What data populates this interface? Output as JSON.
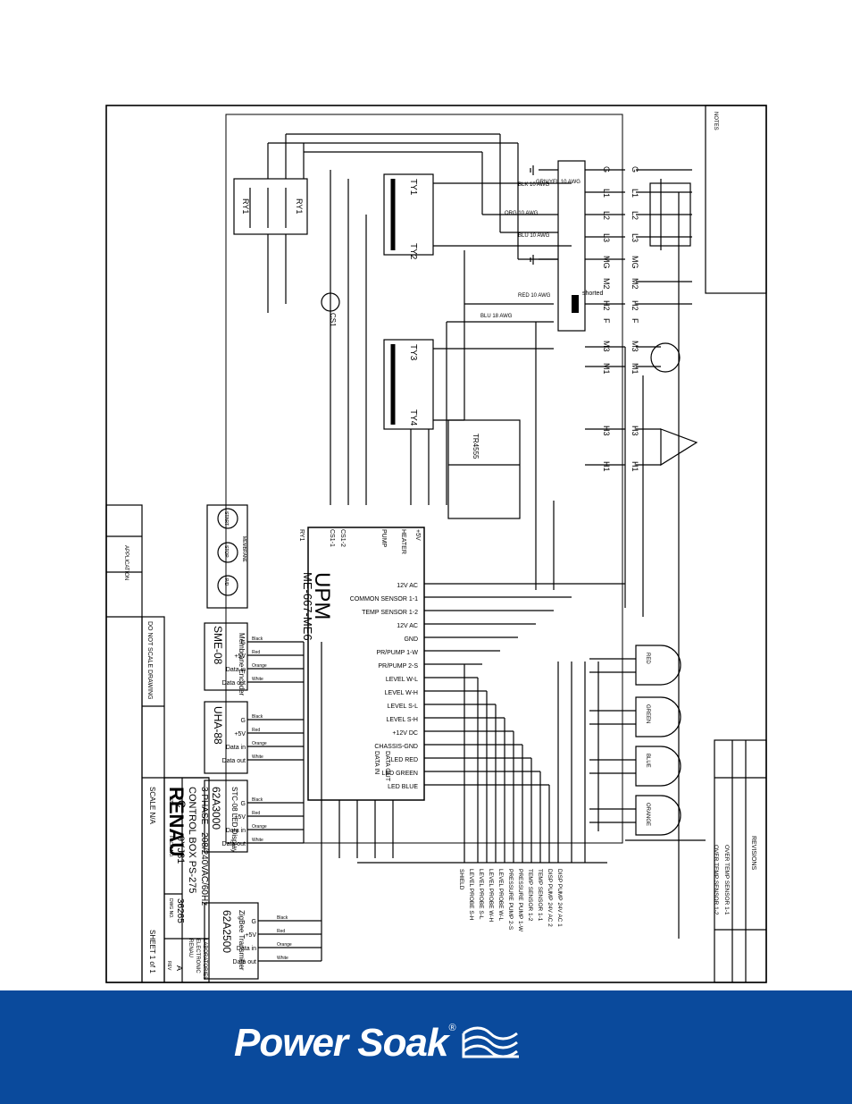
{
  "title_block": {
    "company": "RENAU",
    "company_sub": [
      "RENAU",
      "ELECTRONIC",
      "LABORATORIES"
    ],
    "drawing_title": "CONTROL BOX PS-275",
    "drawing_subtitle": "3 PHASE - 208/240VAC/60Hz",
    "size_label": "SIZE",
    "size": "C",
    "fscm_label": "FSCM NO.",
    "fscm": "9YJ31",
    "dwg_label": "DWG NO.",
    "dwg": "36265",
    "rev_label": "REV",
    "rev": "A",
    "scale": "SCALE N/A",
    "sheet": "SHEET 1 of 1",
    "do_not_scale": "DO NOT SCALE DRAWING",
    "application": "APPLICATION",
    "revisions": "REVISIONS"
  },
  "power_terminals": [
    "G",
    "L1",
    "L2",
    "L3",
    "MG",
    "M2",
    "H2",
    "F",
    "M3",
    "M1",
    "H3",
    "H1"
  ],
  "wire_labels": [
    "BLK 10 AWG",
    "BLU 10 AWG",
    "ORG 10 AWG",
    "GRN/YEL 10 AWG",
    "RED 10 AWG",
    "BLU 18 AWG",
    "shorted"
  ],
  "triacs": [
    "TY1",
    "TY2",
    "TY3",
    "TY4"
  ],
  "relay": "RY1",
  "current_sensor": "CS1",
  "transformer": "TR4555",
  "upm": {
    "name": "UPM",
    "model": "ME-667-ME6",
    "top_pins": [
      "RY1",
      "CS1-1",
      "CS1-2",
      "PUMP",
      "HEATER",
      "+5V"
    ],
    "side_pins": [
      "12V AC",
      "COMMON SENSOR 1-1",
      "TEMP SENSOR 1-2",
      "12V AC",
      "GND",
      "PR/PUMP 1-W",
      "PR/PUMP 2-S",
      "LEVEL W-L",
      "LEVEL W-H",
      "LEVEL S-L",
      "LEVEL S-H",
      "+12V DC",
      "CHASSIS-GND",
      "LED RED",
      "LED GREEN",
      "LED BLUE",
      "DATA IN",
      "DATA OUT"
    ]
  },
  "membrane": {
    "label": "MEMBRANE",
    "buttons": [
      "START",
      "STOP",
      "P/D"
    ]
  },
  "modules": [
    {
      "name": "SME-08",
      "sub": "Membrane Encoder",
      "pins": [
        "G",
        "+5V",
        "Data in",
        "Data out"
      ],
      "wires": [
        "Black",
        "Red",
        "Orange",
        "White"
      ]
    },
    {
      "name": "UHA-88",
      "sub": "",
      "pins": [
        "G",
        "+5V",
        "Data in",
        "Data out"
      ],
      "wires": [
        "Black",
        "Red",
        "Orange",
        "White"
      ]
    },
    {
      "name": "62A3000",
      "sub": "STC-08 LED Display",
      "pins": [
        "G",
        "+5V",
        "Data in",
        "Data out"
      ],
      "wires": [
        "Black",
        "Red",
        "Orange",
        "White"
      ]
    },
    {
      "name": "62A2500",
      "sub": "ZigBee Transmitter",
      "pins": [
        "G",
        "+5V",
        "Data in",
        "Data out"
      ],
      "wires": [
        "Black",
        "Red",
        "Orange",
        "White"
      ]
    }
  ],
  "leds": [
    "RED",
    "GREEN",
    "BLUE",
    "ORANGE"
  ],
  "bottom_labels": [
    "SHIELD",
    "LEVEL PROBE S-H",
    "LEVEL PROBE S-L",
    "LEVEL PROBE W-H",
    "LEVEL PROBE W-L",
    "PRESSURE PUMP 2-S",
    "PRESSURE PUMP 1-W",
    "TEMP SENSOR 1-2",
    "TEMP SENSOR 1-1",
    "DISP PUMP 24V AC 2",
    "DISP PUMP 24V AC 1"
  ],
  "right_labels": [
    "OVER TEMP SENSOR 1-2",
    "OVER TEMP SENSOR 1-1"
  ],
  "notes_label": "NOTES",
  "footer": {
    "brand": "Power Soak",
    "reg": "®"
  }
}
